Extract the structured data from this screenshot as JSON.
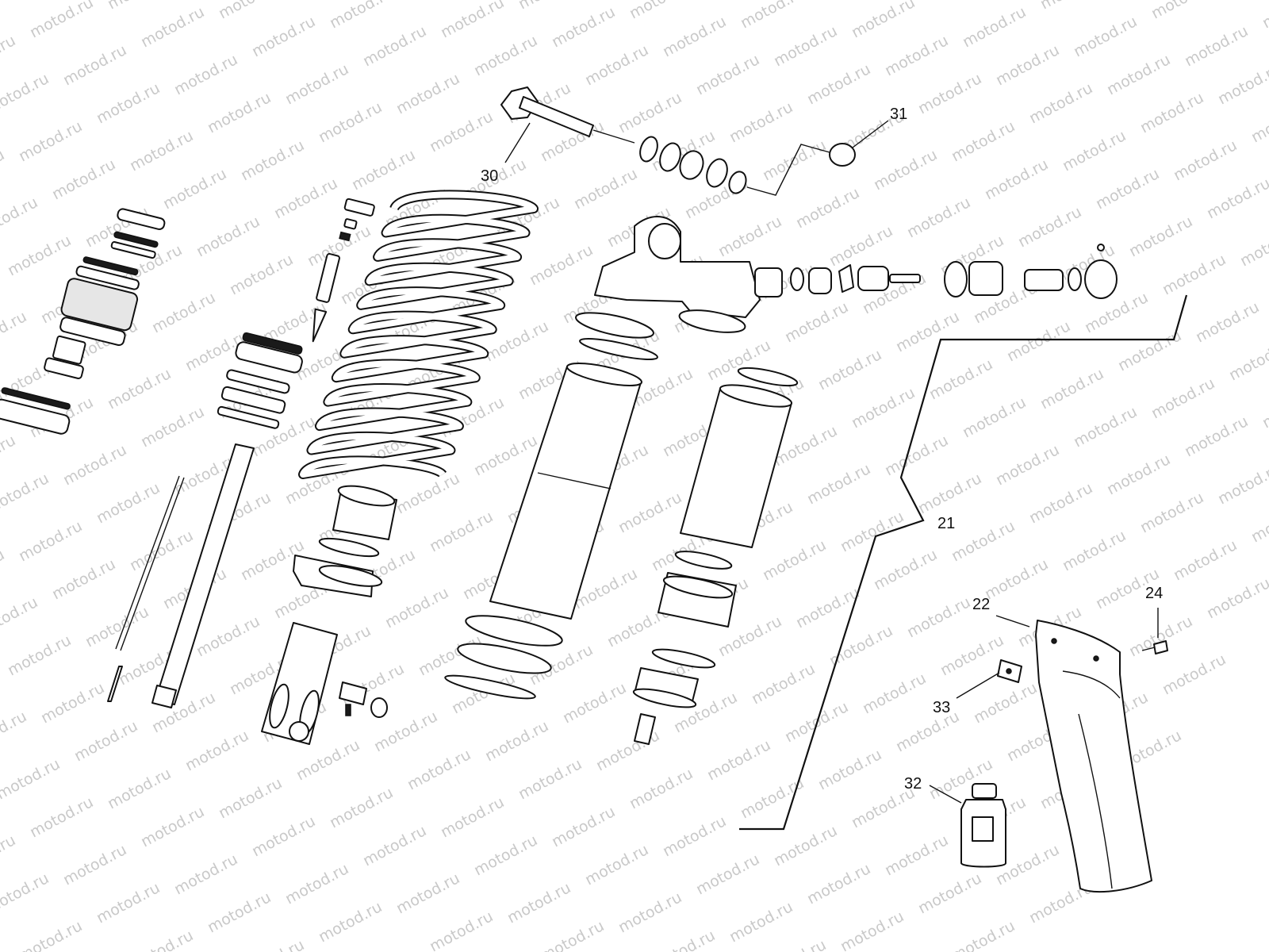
{
  "watermark": {
    "text": "motod.ru"
  },
  "callouts": [
    {
      "id": "30",
      "text": "30"
    },
    {
      "id": "31",
      "text": "31"
    },
    {
      "id": "21",
      "text": "21"
    },
    {
      "id": "22",
      "text": "22"
    },
    {
      "id": "24",
      "text": "24"
    },
    {
      "id": "33",
      "text": "33"
    },
    {
      "id": "32",
      "text": "32"
    }
  ]
}
